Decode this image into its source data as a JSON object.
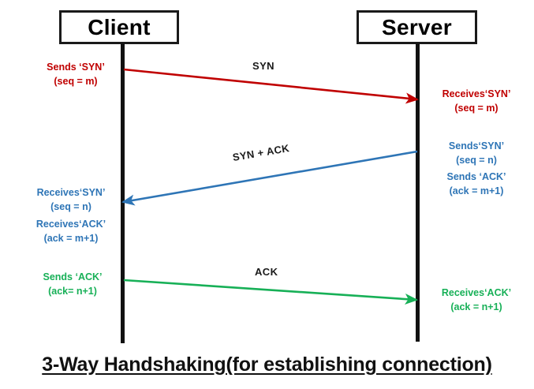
{
  "diagram": {
    "title": "3-Way Handshaking(for establishing connection)",
    "colors": {
      "red": "#C00000",
      "blue": "#2E75B6",
      "green": "#17B057",
      "line": "#111111",
      "background": "#ffffff"
    }
  },
  "nodes": {
    "client": {
      "label": "Client"
    },
    "server": {
      "label": "Server"
    }
  },
  "messages": [
    {
      "id": "syn",
      "label": "SYN",
      "color": "#C00000",
      "direction": "client-to-server"
    },
    {
      "id": "syn-ack",
      "label": "SYN + ACK",
      "color": "#2E75B6",
      "direction": "server-to-client"
    },
    {
      "id": "ack",
      "label": "ACK",
      "color": "#17B057",
      "direction": "client-to-server"
    }
  ],
  "annotations": {
    "client_sends_syn": {
      "line1": "Sends ‘SYN’",
      "line2": "(seq = m)",
      "color": "#C00000"
    },
    "server_receives_syn": {
      "line1": "Receives‘SYN’",
      "line2": "(seq = m)",
      "color": "#C00000"
    },
    "server_sends_syn": {
      "line1": "Sends‘SYN’",
      "line2": "(seq = n)",
      "color": "#2E75B6"
    },
    "server_sends_ack": {
      "line1": "Sends ‘ACK’",
      "line2": "(ack = m+1)",
      "color": "#2E75B6"
    },
    "client_receives_syn": {
      "line1": "Receives‘SYN’",
      "line2": "(seq = n)",
      "color": "#2E75B6"
    },
    "client_receives_ack": {
      "line1": "Receives‘ACK’",
      "line2": "(ack = m+1)",
      "color": "#2E75B6"
    },
    "client_sends_ack": {
      "line1": "Sends ‘ACK’",
      "line2": "(ack= n+1)",
      "color": "#17B057"
    },
    "server_receives_ack": {
      "line1": "Receives‘ACK’",
      "line2": "(ack = n+1)",
      "color": "#17B057"
    }
  }
}
